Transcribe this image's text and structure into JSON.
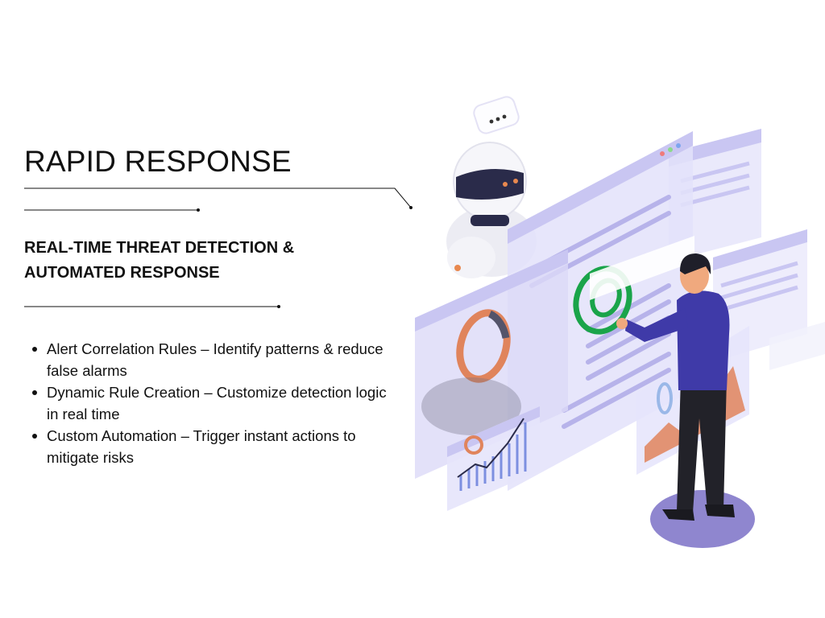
{
  "heading": {
    "title": "RAPID RESPONSE",
    "subtitle": "REAL-TIME THREAT DETECTION & AUTOMATED RESPONSE"
  },
  "features": [
    {
      "text": "Alert Correlation Rules – Identify patterns & reduce false alarms"
    },
    {
      "text": "Dynamic Rule Creation – Customize detection logic in real time"
    },
    {
      "text": "Custom Automation – Trigger instant actions to mitigate risks"
    }
  ],
  "illustration": {
    "icons": [
      "robot-icon",
      "person-icon",
      "dashboard-panel-icon",
      "donut-chart-icon",
      "line-chart-icon",
      "chat-bubble-icon"
    ],
    "colors": {
      "lavender": "#c9c6f2",
      "purple": "#6b5fc7",
      "green": "#1aa44a",
      "orange": "#e0845c",
      "shirt": "#3f3aa8",
      "base": "#8f86cf"
    }
  }
}
